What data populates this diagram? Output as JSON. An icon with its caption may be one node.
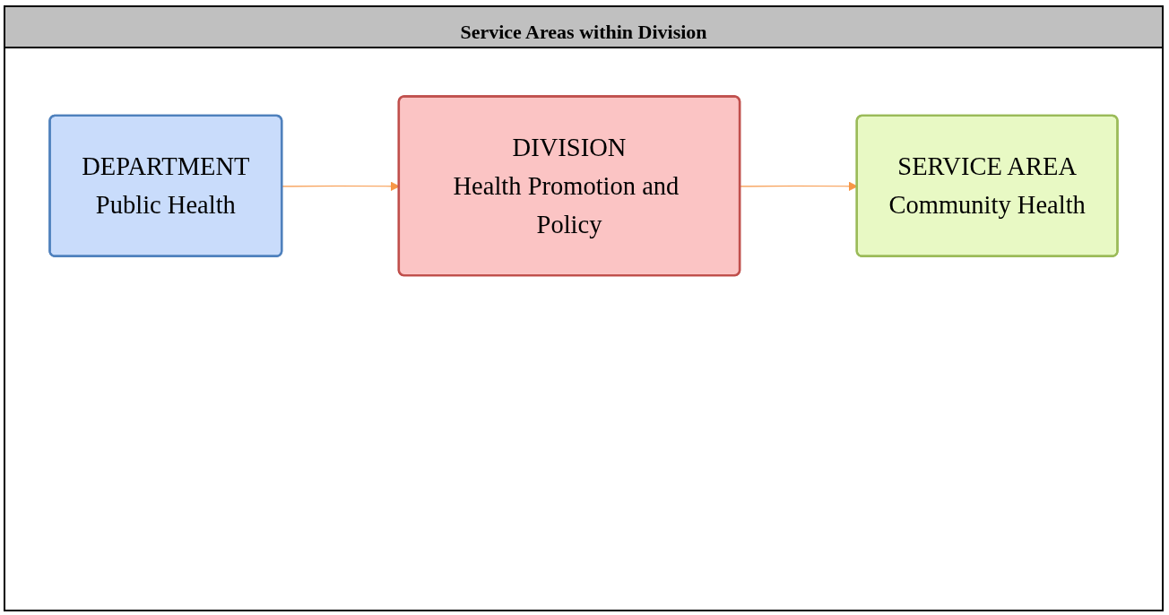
{
  "diagram": {
    "title": "Service Areas within Division",
    "nodes": [
      {
        "text": [
          "DEPARTMENT",
          "Public Health"
        ]
      },
      {
        "text": [
          "DIVISION",
          "Health Promotion and Policy"
        ]
      },
      {
        "text": [
          "SERVICE AREA",
          "Community Health"
        ]
      }
    ],
    "edges": [
      {
        "from": 0,
        "to": 1,
        "arrow": "to",
        "color": "#f79646"
      },
      {
        "from": 1,
        "to": 2,
        "arrow": "to",
        "color": "#f79646"
      }
    ]
  }
}
